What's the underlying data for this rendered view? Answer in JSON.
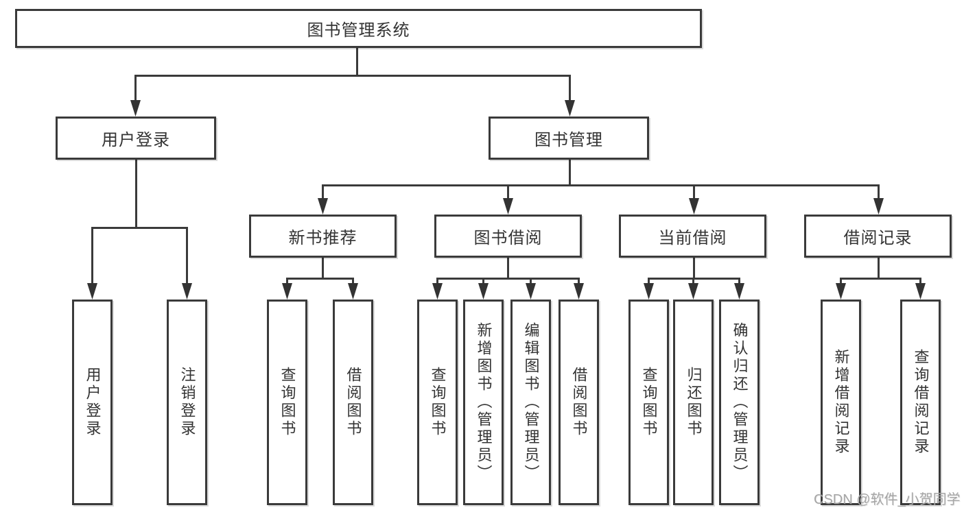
{
  "watermark": "CSDN @软件_小贺同学",
  "colors": {
    "line": "#3a3a3a",
    "box_border": "#3a3a3a",
    "text": "#333333",
    "background": "#ffffff",
    "watermark": "#a6a6a6"
  },
  "tree": {
    "label": "图书管理系统",
    "children": [
      {
        "label": "用户登录",
        "children": [
          {
            "label": "用户登录"
          },
          {
            "label": "注销登录"
          }
        ]
      },
      {
        "label": "图书管理",
        "children": [
          {
            "label": "新书推荐",
            "children": [
              {
                "label": "查询图书"
              },
              {
                "label": "借阅图书"
              }
            ]
          },
          {
            "label": "图书借阅",
            "children": [
              {
                "label": "查询图书"
              },
              {
                "label": "新增图书（管理员）"
              },
              {
                "label": "编辑图书（管理员）"
              },
              {
                "label": "借阅图书"
              }
            ]
          },
          {
            "label": "当前借阅",
            "children": [
              {
                "label": "查询图书"
              },
              {
                "label": "归还图书"
              },
              {
                "label": "确认归还（管理员）"
              }
            ]
          },
          {
            "label": "借阅记录",
            "children": [
              {
                "label": "新增借阅记录"
              },
              {
                "label": "查询借阅记录"
              }
            ]
          }
        ]
      }
    ]
  }
}
